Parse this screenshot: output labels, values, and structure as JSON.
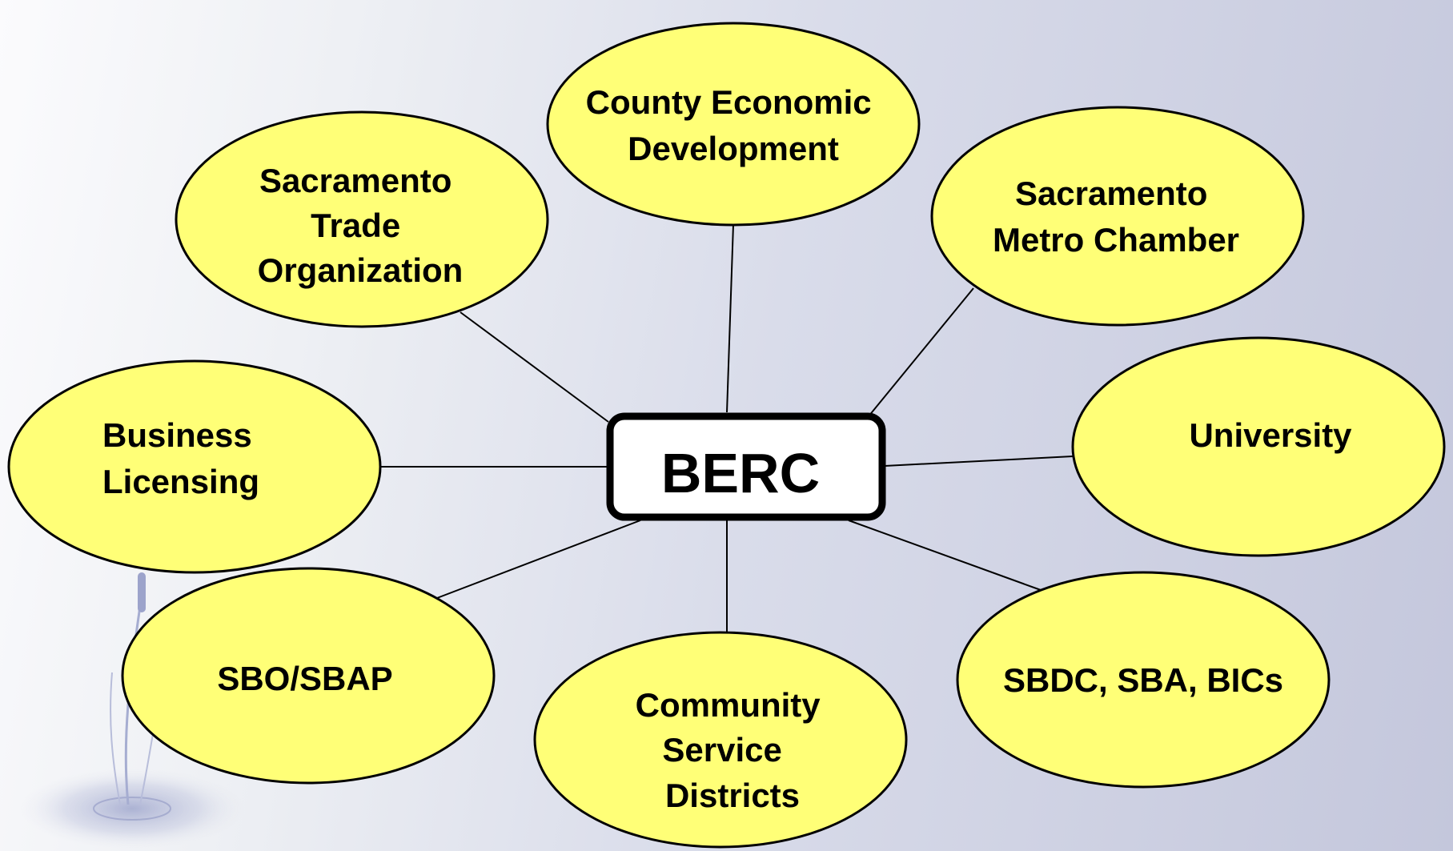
{
  "diagram": {
    "center": {
      "label": "BERC"
    },
    "nodes": [
      {
        "id": "county-economic-development",
        "lines": [
          "County Economic",
          "Development"
        ]
      },
      {
        "id": "sacramento-trade-organization",
        "lines": [
          "Sacramento",
          "Trade",
          "Organization"
        ]
      },
      {
        "id": "sacramento-metro-chamber",
        "lines": [
          "Sacramento",
          "Metro Chamber"
        ]
      },
      {
        "id": "business-licensing",
        "lines": [
          "Business",
          "Licensing"
        ]
      },
      {
        "id": "university",
        "lines": [
          "University"
        ]
      },
      {
        "id": "sbo-sbap",
        "lines": [
          "SBO/SBAP"
        ]
      },
      {
        "id": "community-service-districts",
        "lines": [
          "Community",
          "Service",
          "Districts"
        ]
      },
      {
        "id": "sbdc-sba-bics",
        "lines": [
          "SBDC, SBA, BICs"
        ]
      }
    ]
  },
  "colors": {
    "bubble_fill": "#ffff77",
    "line": "#000000",
    "hub_fill": "#ffffff"
  }
}
